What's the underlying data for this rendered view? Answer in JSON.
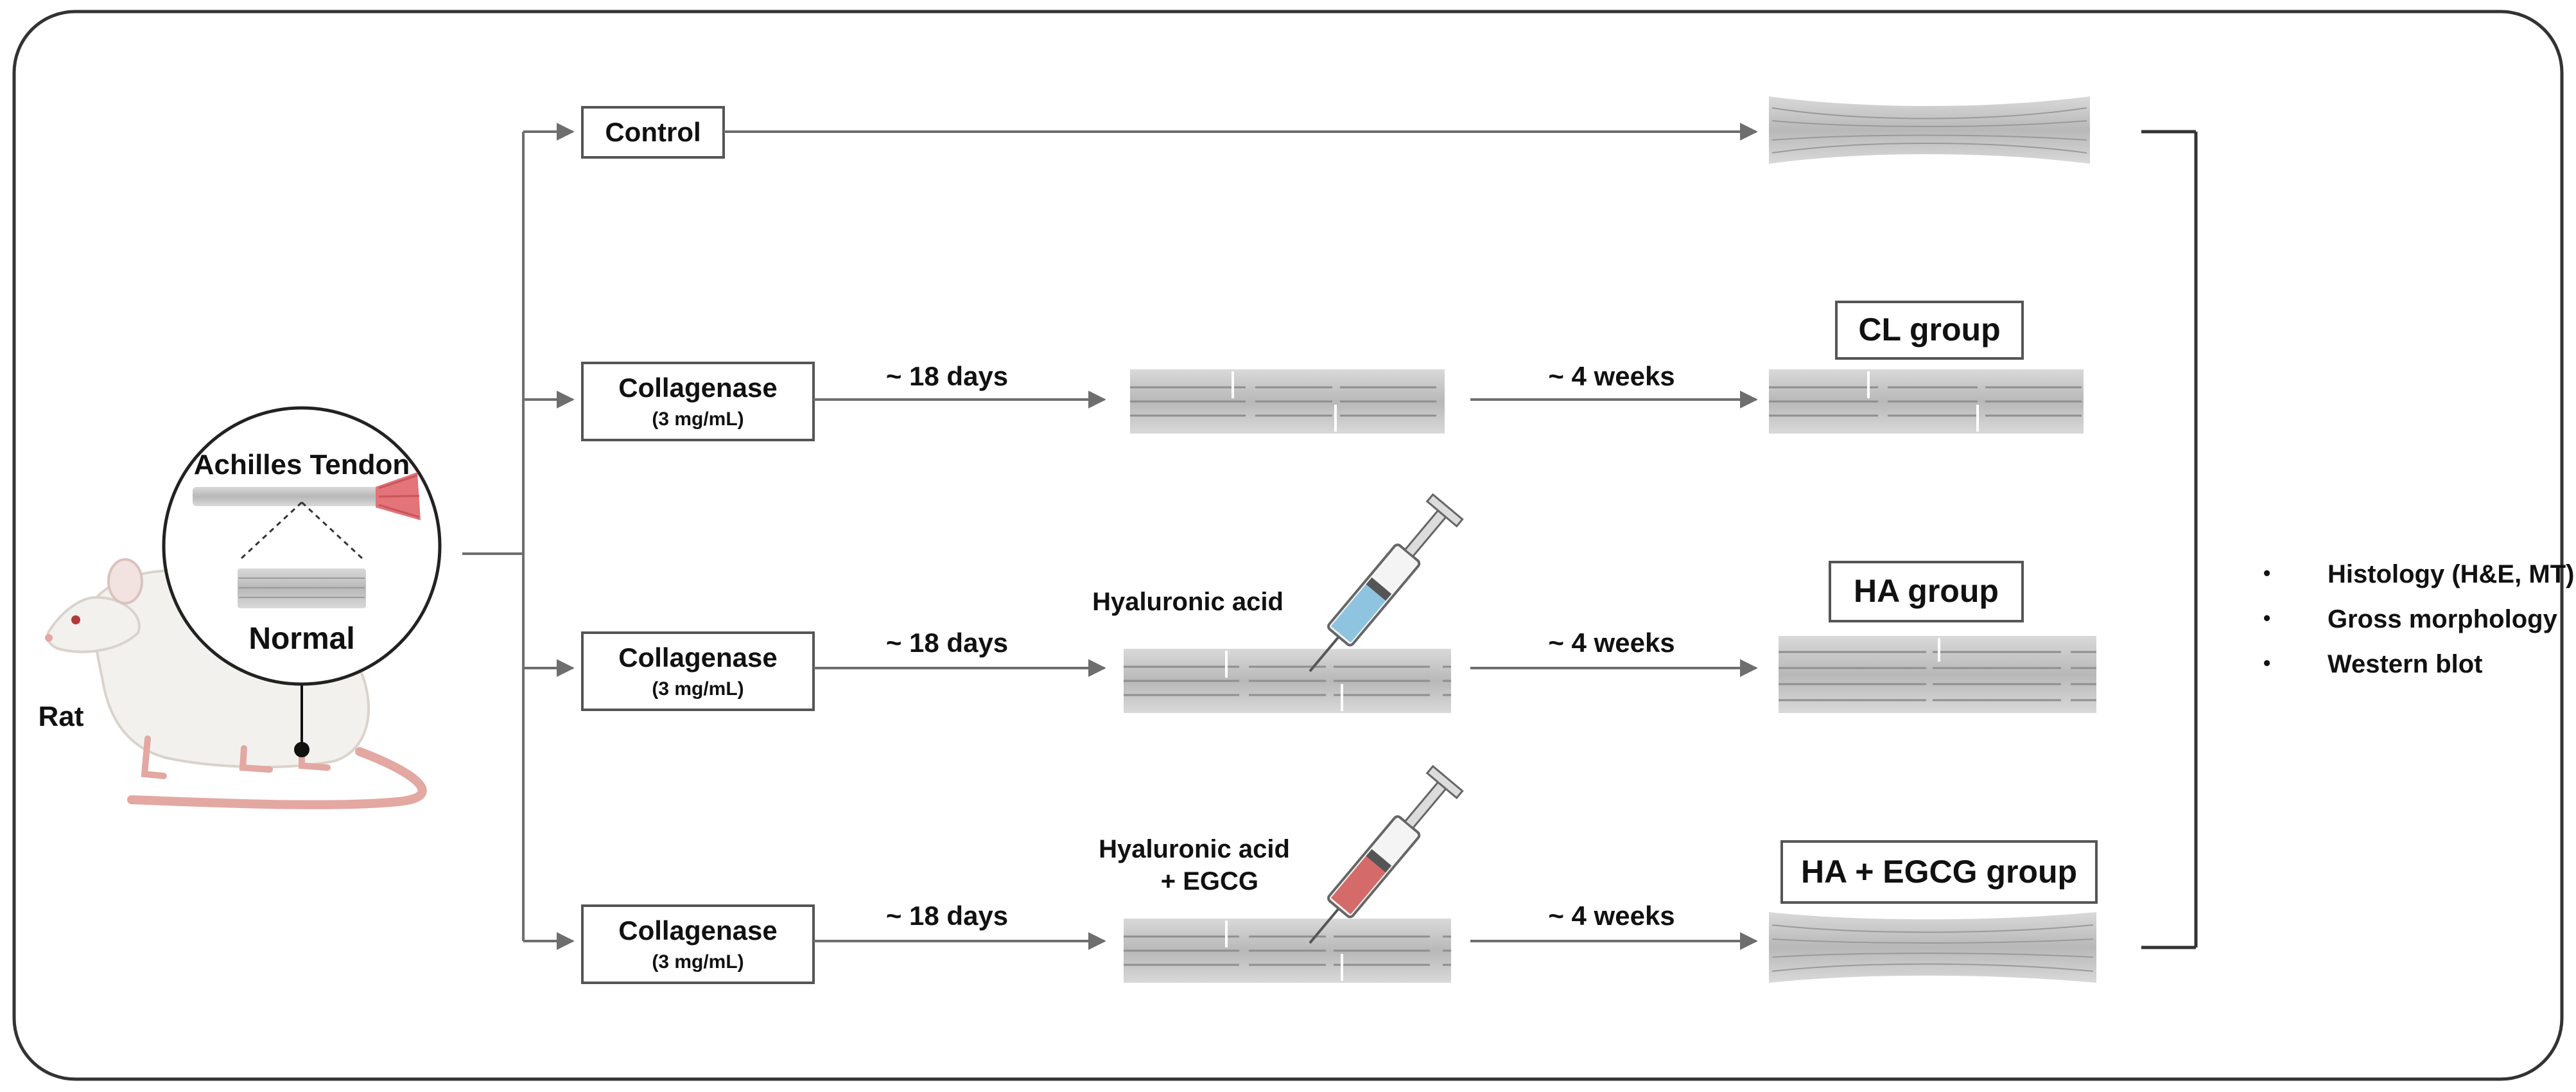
{
  "animal": {
    "species_label": "Rat",
    "inset_tendon_label": "Achilles Tendon",
    "inset_normal_label": "Normal"
  },
  "groups": [
    {
      "treatment": "Control",
      "concentration": "",
      "interval_1": "",
      "injection": [],
      "interval_2": "",
      "outcome_label": ""
    },
    {
      "treatment": "Collagenase",
      "concentration": "(3 mg/mL)",
      "interval_1": "~ 18 days",
      "injection": [],
      "interval_2": "~ 4 weeks",
      "outcome_label": "CL group"
    },
    {
      "treatment": "Collagenase",
      "concentration": "(3 mg/mL)",
      "interval_1": "~ 18 days",
      "injection": [
        "Hyaluronic acid"
      ],
      "interval_2": "~ 4 weeks",
      "outcome_label": "HA group"
    },
    {
      "treatment": "Collagenase",
      "concentration": "(3 mg/mL)",
      "interval_1": "~ 18 days",
      "injection": [
        "Hyaluronic acid",
        "+ EGCG"
      ],
      "interval_2": "~ 4 weeks",
      "outcome_label": "HA + EGCG group"
    }
  ],
  "analyses": [
    "Histology (H&E, MT)",
    "Gross morphology",
    "Western blot"
  ],
  "bullet_glyph": "•",
  "colors": {
    "line": "#6e6e6e",
    "fiber": "#c4c4c4",
    "fiber_dark": "#8f8f8f",
    "muscle": "#e2747a",
    "rat_body": "#f3f1ee",
    "rat_tail": "#e3a8a1",
    "syringe_ha": "#8ec4e0",
    "syringe_egcg": "#d56a6a"
  }
}
